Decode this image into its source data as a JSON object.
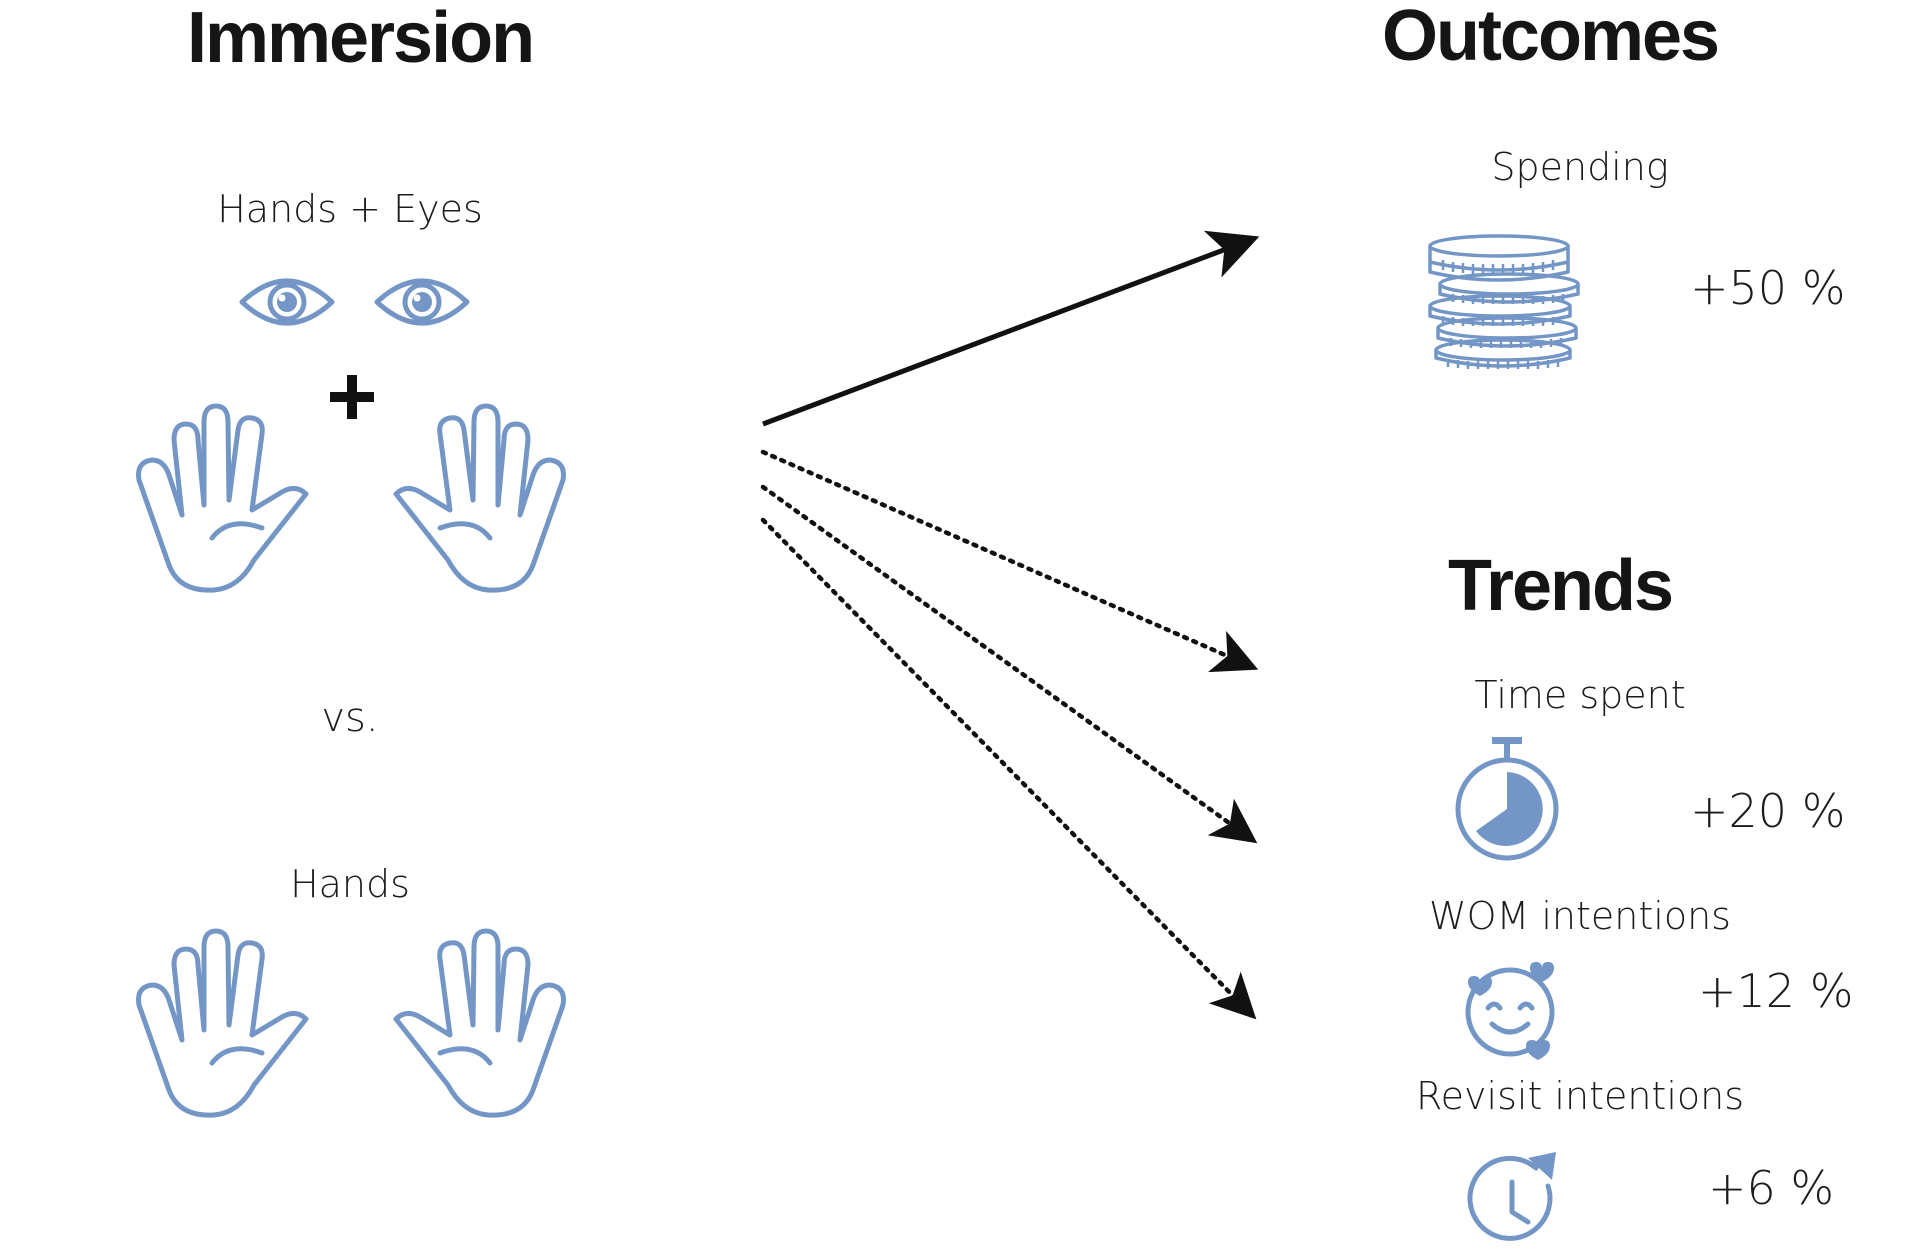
{
  "left": {
    "title": "Immersion",
    "condition_1_label": "Hands + Eyes",
    "versus": "vs.",
    "condition_2_label": "Hands"
  },
  "right": {
    "outcomes_title": "Outcomes",
    "trends_title": "Trends",
    "items": [
      {
        "label": "Spending",
        "value": "+50 %",
        "icon": "coins-stack-icon",
        "arrow": "solid"
      },
      {
        "label": "Time spent",
        "value": "+20 %",
        "icon": "stopwatch-icon",
        "arrow": "dotted"
      },
      {
        "label": "WOM intentions",
        "value": "+12 %",
        "icon": "smiley-hearts-icon",
        "arrow": "dotted"
      },
      {
        "label": "Revisit intentions",
        "value": "+6 %",
        "icon": "clock-revisit-icon",
        "arrow": "dotted"
      }
    ]
  },
  "colors": {
    "icon_blue": "#7396c6",
    "text": "#1a1a1a"
  }
}
